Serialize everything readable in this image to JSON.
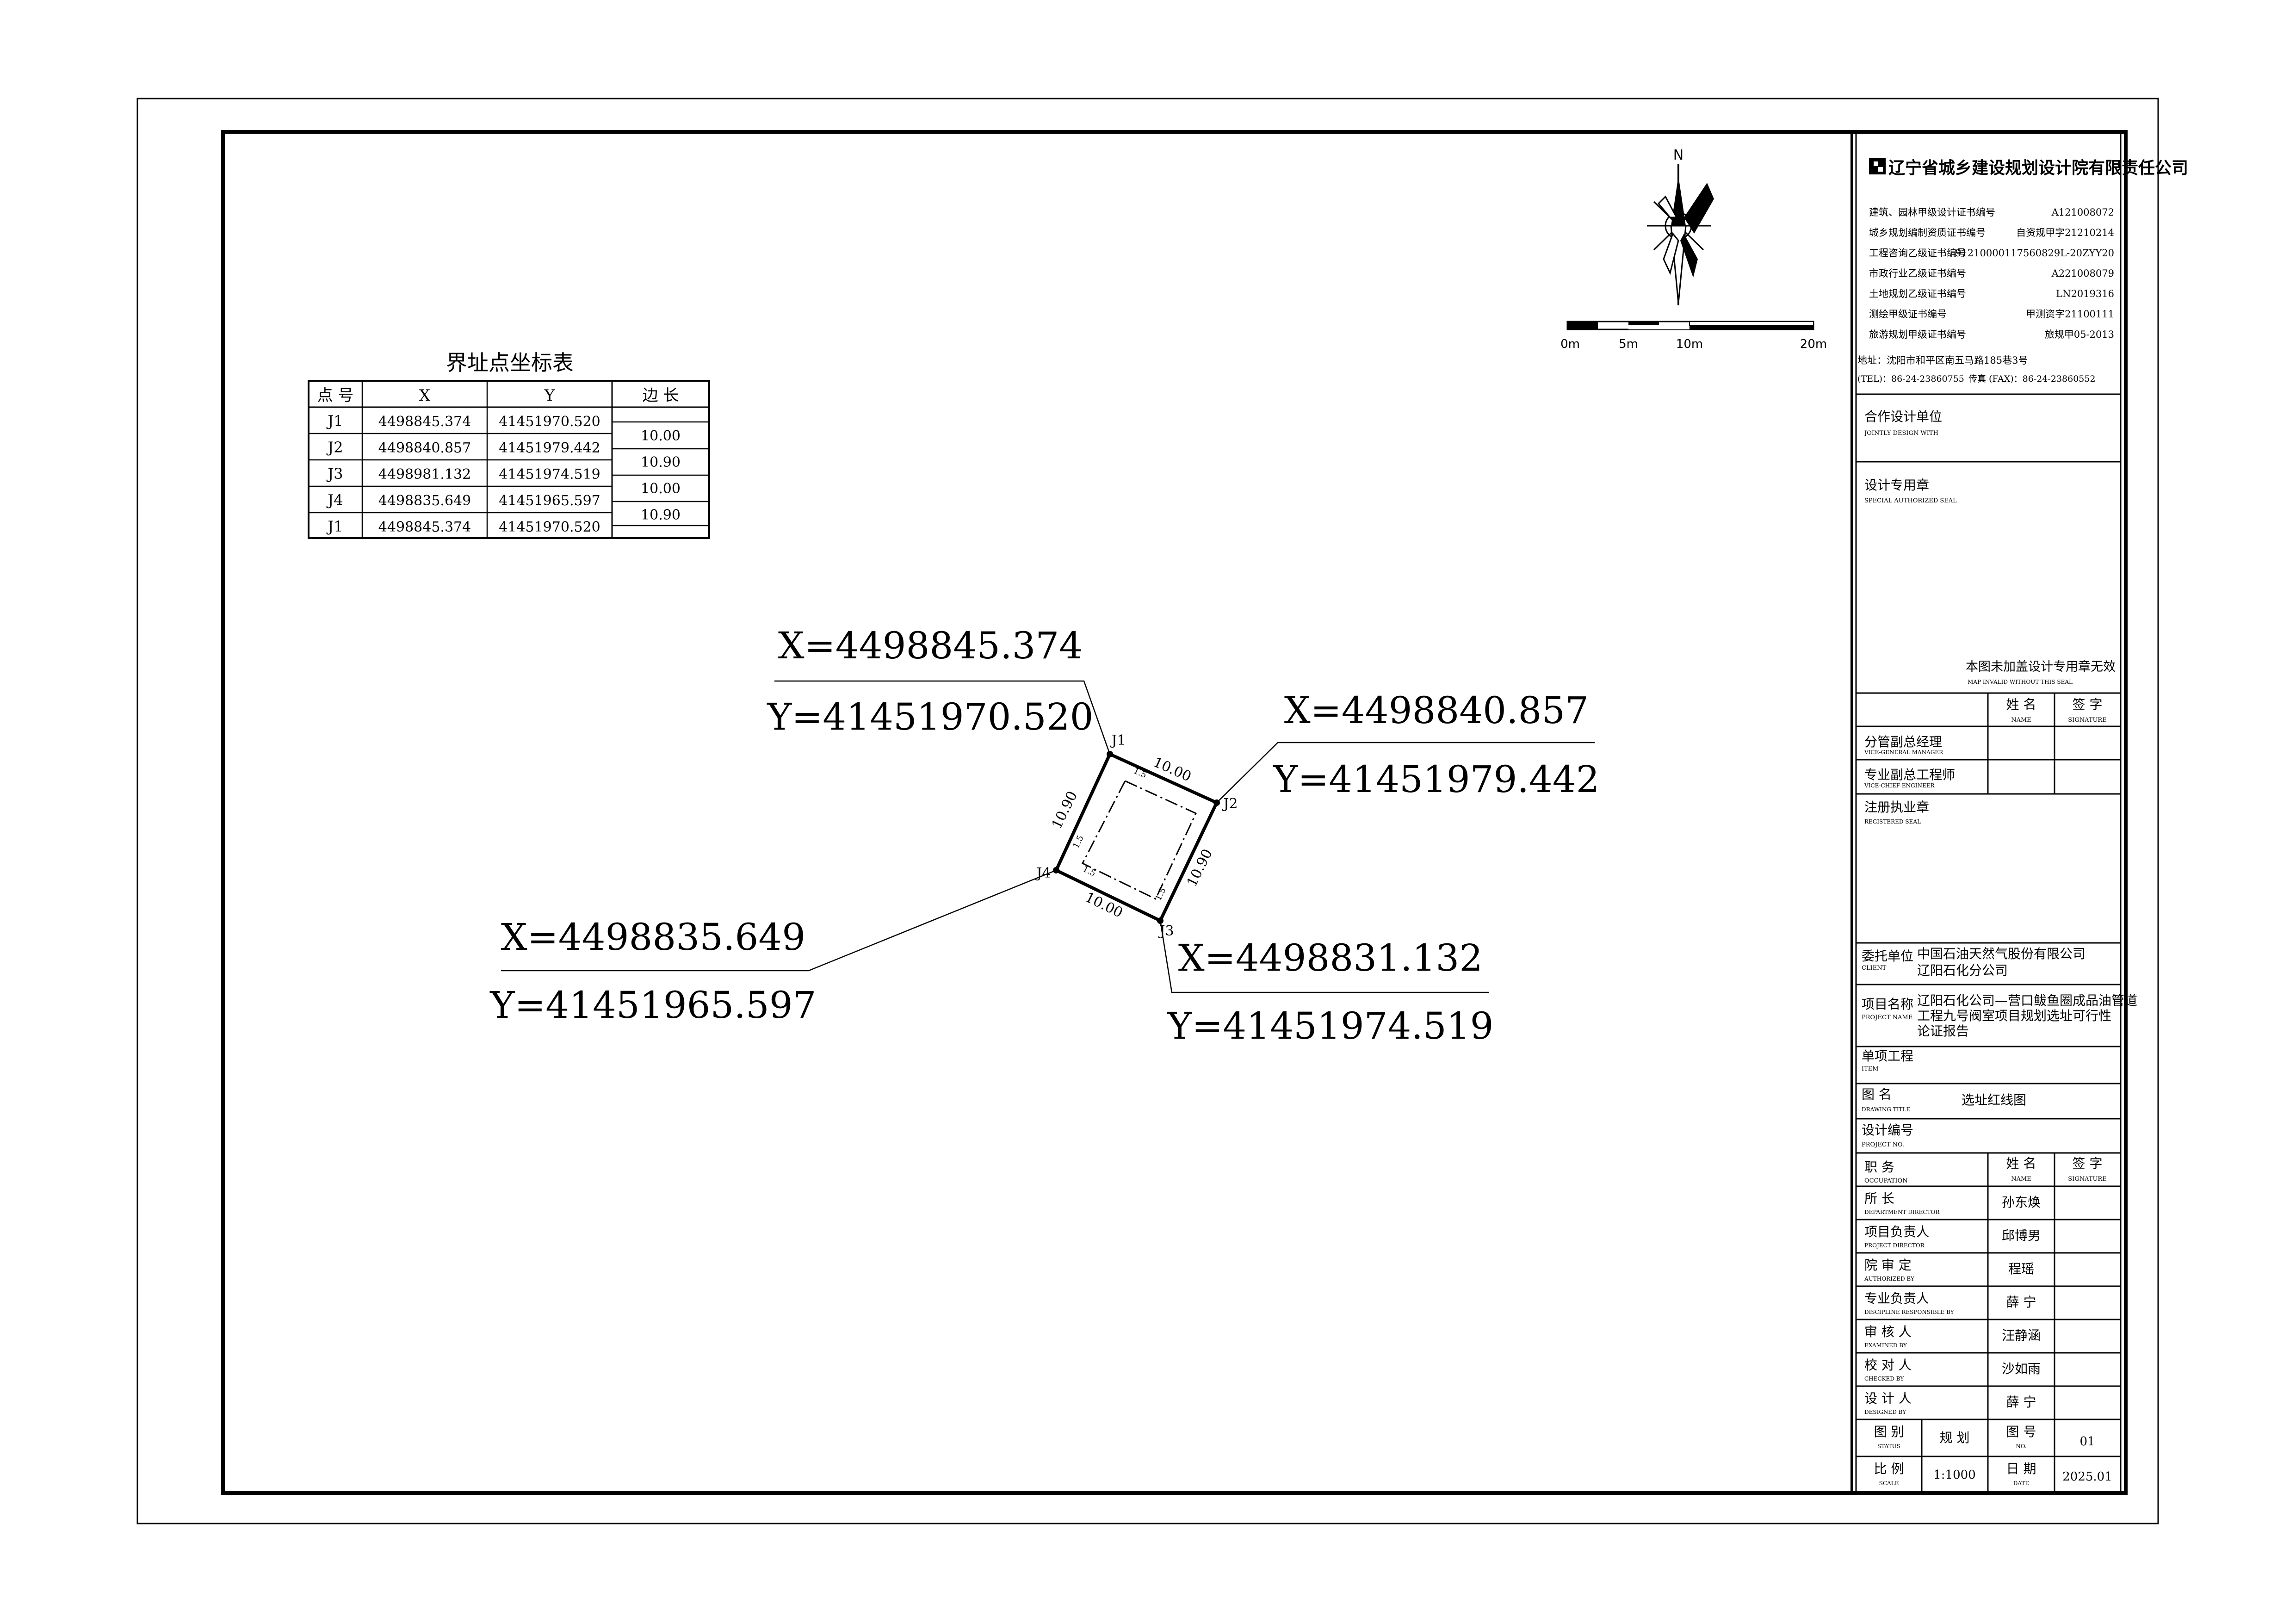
{
  "coord_table": {
    "title": "界址点坐标表",
    "headers": [
      "点 号",
      "X",
      "Y",
      "边 长"
    ],
    "rows": [
      {
        "id": "J1",
        "x": "4498845.374",
        "y": "41451970.520"
      },
      {
        "id": "J2",
        "x": "4498840.857",
        "y": "41451979.442"
      },
      {
        "id": "J3",
        "x": "4498981.132",
        "y": "41451974.519"
      },
      {
        "id": "J4",
        "x": "4498835.649",
        "y": "41451965.597"
      },
      {
        "id": "J1",
        "x": "4498845.374",
        "y": "41451970.520"
      }
    ],
    "edges": [
      "10.00",
      "10.90",
      "10.00",
      "10.90"
    ]
  },
  "north_arrow": {
    "label": "N"
  },
  "scale_bar": {
    "labels": [
      "0m",
      "5m",
      "10m",
      "20m"
    ]
  },
  "plot": {
    "points": {
      "J1": {
        "label": "J1",
        "x_text": "X=4498845.374",
        "y_text": "Y=41451970.520"
      },
      "J2": {
        "label": "J2",
        "x_text": "X=4498840.857",
        "y_text": "Y=41451979.442"
      },
      "J3": {
        "label": "J3",
        "x_text": "X=4498831.132",
        "y_text": "Y=41451974.519"
      },
      "J4": {
        "label": "J4",
        "x_text": "X=4498835.649",
        "y_text": "Y=41451965.597"
      }
    },
    "edge_labels": {
      "j1_j2": "10.00",
      "j2_j3": "10.90",
      "j3_j4": "10.00",
      "j4_j1": "10.90"
    },
    "setback_labels": [
      "1.5",
      "1.5",
      "1.5",
      "1.5"
    ]
  },
  "title_block": {
    "company": "辽宁省城乡建设规划设计院有限责任公司",
    "certificates": [
      {
        "label": "建筑、园林甲级设计证书编号",
        "value": "A121008072"
      },
      {
        "label": "城乡规划编制资质证书编号",
        "value": "自资规甲字21210214"
      },
      {
        "label": "工程咨询乙级证书编号",
        "value": "91210000117560829L-20ZYY20"
      },
      {
        "label": "市政行业乙级证书编号",
        "value": "A221008079"
      },
      {
        "label": "土地规划乙级证书编号",
        "value": "LN2019316"
      },
      {
        "label": "测绘甲级证书编号",
        "value": "甲测资字21100111"
      },
      {
        "label": "旅游规划甲级证书编号",
        "value": "旅规甲05-2013"
      }
    ],
    "address": "地址：沈阳市和平区南五马路185巷3号",
    "phone": "(TEL)：86-24-23860755",
    "fax": "传真 (FAX)：86-24-23860552",
    "cooperation": {
      "cn": "合作设计单位",
      "en": "JOINTLY  DESIGN  WITH"
    },
    "seal": {
      "cn": "设计专用章",
      "en": "SPECIAL AUTHORIZED SEAL",
      "invalid_cn": "本图未加盖设计专用章无效",
      "invalid_en": "MAP INVALID WITHOUT THIS SEAL"
    },
    "name_head": {
      "cn": "姓    名",
      "en": "NAME"
    },
    "sign_head": {
      "cn": "签    字",
      "en": "SIGNATURE"
    },
    "vice_manager": {
      "cn": "分管副总经理",
      "en": "VICE-GENERAL MANAGER"
    },
    "vice_engineer": {
      "cn": "专业副总工程师",
      "en": "VICE-CHIEF ENGINEER"
    },
    "registered_seal": {
      "cn": "注册执业章",
      "en": "REGISTERED  SEAL"
    },
    "client": {
      "cn": "委托单位",
      "en": "CLIENT",
      "value_line1": "中国石油天然气股份有限公司",
      "value_line2": "辽阳石化分公司"
    },
    "project_name": {
      "cn": "项目名称",
      "en": "PROJECT NAME",
      "value_line1": "辽阳石化公司—营口鲅鱼圈成品油管道",
      "value_line2": "工程九号阀室项目规划选址可行性",
      "value_line3": "论证报告"
    },
    "item": {
      "cn": "单项工程",
      "en": "ITEM"
    },
    "drawing_title": {
      "cn": "图    名",
      "en": "DRAWING  TITLE",
      "value": "选址红线图"
    },
    "project_no": {
      "cn": "设计编号",
      "en": "PROJECT  NO."
    },
    "occupation": {
      "cn": "职      务",
      "en": "OCCUPATION"
    },
    "staff": [
      {
        "cn": "所        长",
        "en": "DEPARTMENT  DIRECTOR",
        "name": "孙东焕"
      },
      {
        "cn": "项目负责人",
        "en": "PROJECT  DIRECTOR",
        "name": "邱博男"
      },
      {
        "cn": "院  审  定",
        "en": "AUTHORIZED  BY",
        "name": "程瑶"
      },
      {
        "cn": "专业负责人",
        "en": "DISCIPLINE  RESPONSIBLE  BY",
        "name": "薛  宁"
      },
      {
        "cn": "审  核  人",
        "en": "EXAMINED  BY",
        "name": "汪静涵"
      },
      {
        "cn": "校  对  人",
        "en": "CHECKED  BY",
        "name": "沙如雨"
      },
      {
        "cn": "设  计  人",
        "en": "DESIGNED  BY",
        "name": "薛  宁"
      }
    ],
    "status": {
      "cn": "图    别",
      "en": "STATUS",
      "value": "规  划"
    },
    "drawing_no": {
      "cn": "图    号",
      "en": "NO.",
      "value": "01"
    },
    "scale": {
      "cn": "比    例",
      "en": "SCALE",
      "value": "1:1000"
    },
    "date": {
      "cn": "日    期",
      "en": "DATE",
      "value": "2025.01"
    }
  }
}
